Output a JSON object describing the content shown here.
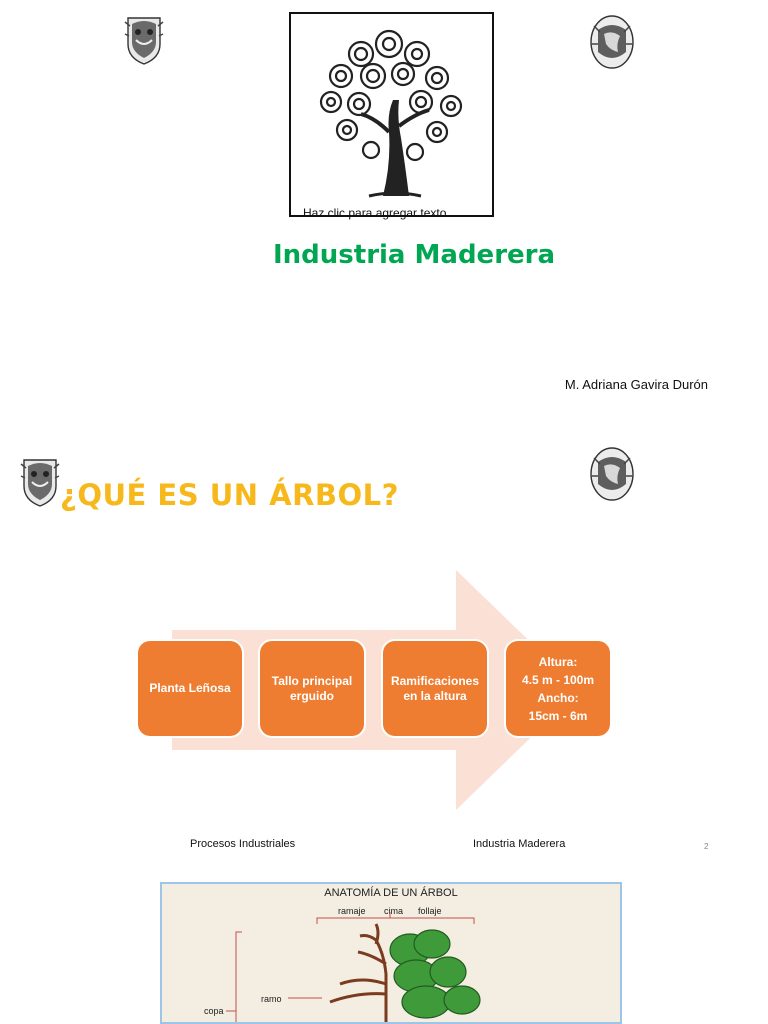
{
  "slide1": {
    "image_caption": "Haz clic para agregar texto",
    "title": "Industria Maderera",
    "author": "M. Adriana Gavira Durón",
    "seal_left": "university-seal-icon",
    "seal_right": "university-seal-icon"
  },
  "slide2": {
    "title": "¿QUÉ ES UN ÁRBOL?",
    "boxes": [
      {
        "text": "Planta Leñosa"
      },
      {
        "text": "Tallo principal erguido"
      },
      {
        "text": "Ramificaciones en la altura"
      },
      {
        "text": "Altura:\n4.5 m - 100m\nAncho:\n15cm - 6m"
      }
    ],
    "footer_left": "Procesos Industriales",
    "footer_center": "Industria Maderera",
    "page_number": "2",
    "colors": {
      "box": "#ee7d31",
      "arrow": "#fbe0d6",
      "title": "#f6b81a"
    }
  },
  "slide3": {
    "title": "ANATOMÍA DE UN ÁRBOL",
    "labels": [
      "ramaje",
      "cima",
      "follaje",
      "ramo",
      "copa"
    ]
  },
  "colors": {
    "title_green": "#00a651"
  }
}
